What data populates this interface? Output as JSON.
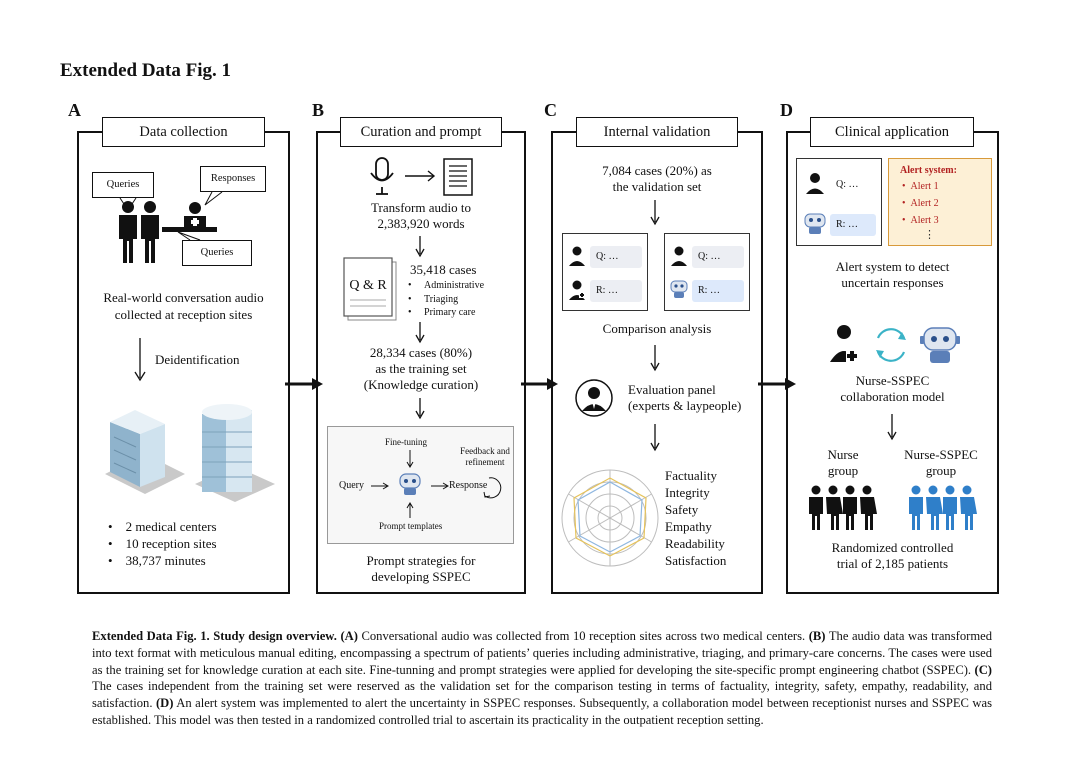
{
  "figure": {
    "title": "Extended Data Fig. 1"
  },
  "panels": {
    "A": {
      "letter": "A",
      "header": "Data collection",
      "bubbles": {
        "queries_top": "Queries",
        "responses": "Responses",
        "queries_bottom": "Queries"
      },
      "audio_text_line1": "Real-world conversation audio",
      "audio_text_line2": "collected at reception sites",
      "deidentification": "Deidentification",
      "bullets": [
        "2 medical centers",
        "10 reception sites",
        "38,737 minutes"
      ]
    },
    "B": {
      "letter": "B",
      "header": "Curation and prompt",
      "transform_line1": "Transform audio to",
      "transform_line2": "2,383,920 words",
      "qr_label": "Q & R",
      "cases_total": "35,418 cases",
      "case_types": [
        "Administrative",
        "Triaging",
        "Primary care"
      ],
      "training_line1": "28,334 cases (80%)",
      "training_line2": "as the training set",
      "training_line3": "(Knowledge curation)",
      "fine_tuning": "Fine-tuning",
      "feedback_line1": "Feedback and",
      "feedback_line2": "refinement",
      "query": "Query",
      "response": "Response",
      "prompt_templates": "Prompt templates",
      "strategies_line1": "Prompt strategies for",
      "strategies_line2": "developing SSPEC"
    },
    "C": {
      "letter": "C",
      "header": "Internal validation",
      "validation_line1": "7,084 cases (20%) as",
      "validation_line2": "the validation set",
      "chat_q": "Q: …",
      "chat_r": "R: …",
      "comparison": "Comparison analysis",
      "panel_line1": "Evaluation panel",
      "panel_line2": "(experts & laypeople)",
      "metrics": [
        "Factuality",
        "Integrity",
        "Safety",
        "Empathy",
        "Readability",
        "Satisfaction"
      ]
    },
    "D": {
      "letter": "D",
      "header": "Clinical application",
      "chat_q": "Q: …",
      "chat_r": "R: …",
      "alert_title": "Alert system:",
      "alerts": [
        "Alert 1",
        "Alert 2",
        "Alert 3"
      ],
      "alert_ellipsis": "⋮",
      "detect_line1": "Alert system to detect",
      "detect_line2": "uncertain responses",
      "collab_line1": "Nurse-SSPEC",
      "collab_line2": "collaboration model",
      "nurse_group_line1": "Nurse",
      "nurse_group_line2": "group",
      "sspec_group_line1": "Nurse-SSPEC",
      "sspec_group_line2": "group",
      "trial_line1": "Randomized controlled",
      "trial_line2": "trial of 2,185 patients"
    }
  },
  "caption": {
    "lead": "Extended Data Fig. 1. Study design overview.",
    "a_label": "(A)",
    "a_text": " Conversational audio was collected from 10 reception sites across two medical centers. ",
    "b_label": "(B)",
    "b_text": " The audio data was transformed into text format with meticulous manual editing, encompassing a spectrum of patients’ queries including administrative, triaging, and primary-care concerns. The cases were used as the training set for knowledge curation at each site. Fine-tunning and prompt strategies were applied for developing the site-specific prompt engineering chatbot (SSPEC). ",
    "c_label": "(C)",
    "c_text": " The cases independent from the training set were reserved as the validation set for the comparison testing in terms of factuality, integrity, safety, empathy, readability, and satisfaction. ",
    "d_label": "(D)",
    "d_text": " An alert system was implemented to alert the uncertainty in SSPEC responses. Subsequently, a collaboration model between receptionist nurses and SSPEC was established. This model was then tested in a randomized controlled trial to ascertain its practicality in the outpatient reception setting."
  },
  "colors": {
    "ink": "#111111",
    "alert_bg": "#fdf0d6",
    "alert_red": "#b22222",
    "robot_blue": "#5b7fb8",
    "cycle_teal": "#3bb3c7",
    "group_blue": "#2f7fc9",
    "building_blue": "#9fc1d8"
  },
  "icons": [
    "microphone-icon",
    "document-icon",
    "person-icon",
    "nurse-icon",
    "robot-icon",
    "expert-icon",
    "building-icon",
    "radar-chart-icon",
    "cycle-arrows-icon"
  ]
}
